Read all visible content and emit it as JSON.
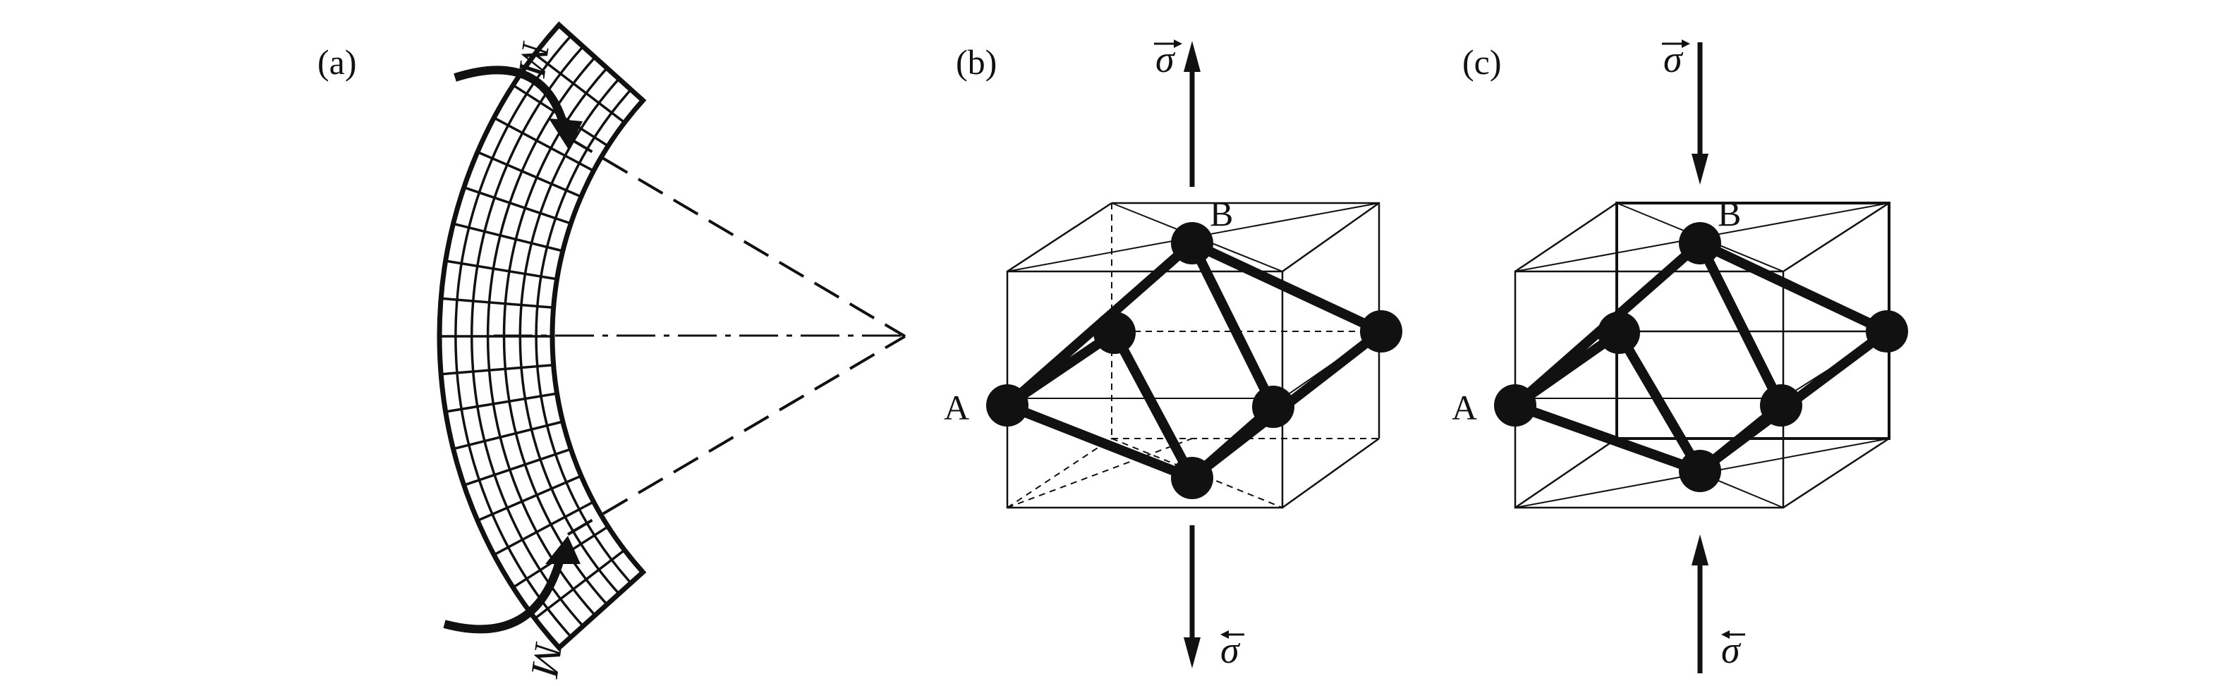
{
  "panels": {
    "a": {
      "label": "(a)",
      "moment_top": "M",
      "moment_bottom": "M"
    },
    "b": {
      "label": "(b)",
      "stress_top": "σ",
      "stress_bottom": "σ",
      "point_a": "A",
      "point_b": "B"
    },
    "c": {
      "label": "(c)",
      "stress_top": "σ",
      "stress_bottom": "σ",
      "point_a": "A",
      "point_b": "B"
    }
  },
  "colors": {
    "ink": "#111111",
    "background": "#ffffff"
  }
}
